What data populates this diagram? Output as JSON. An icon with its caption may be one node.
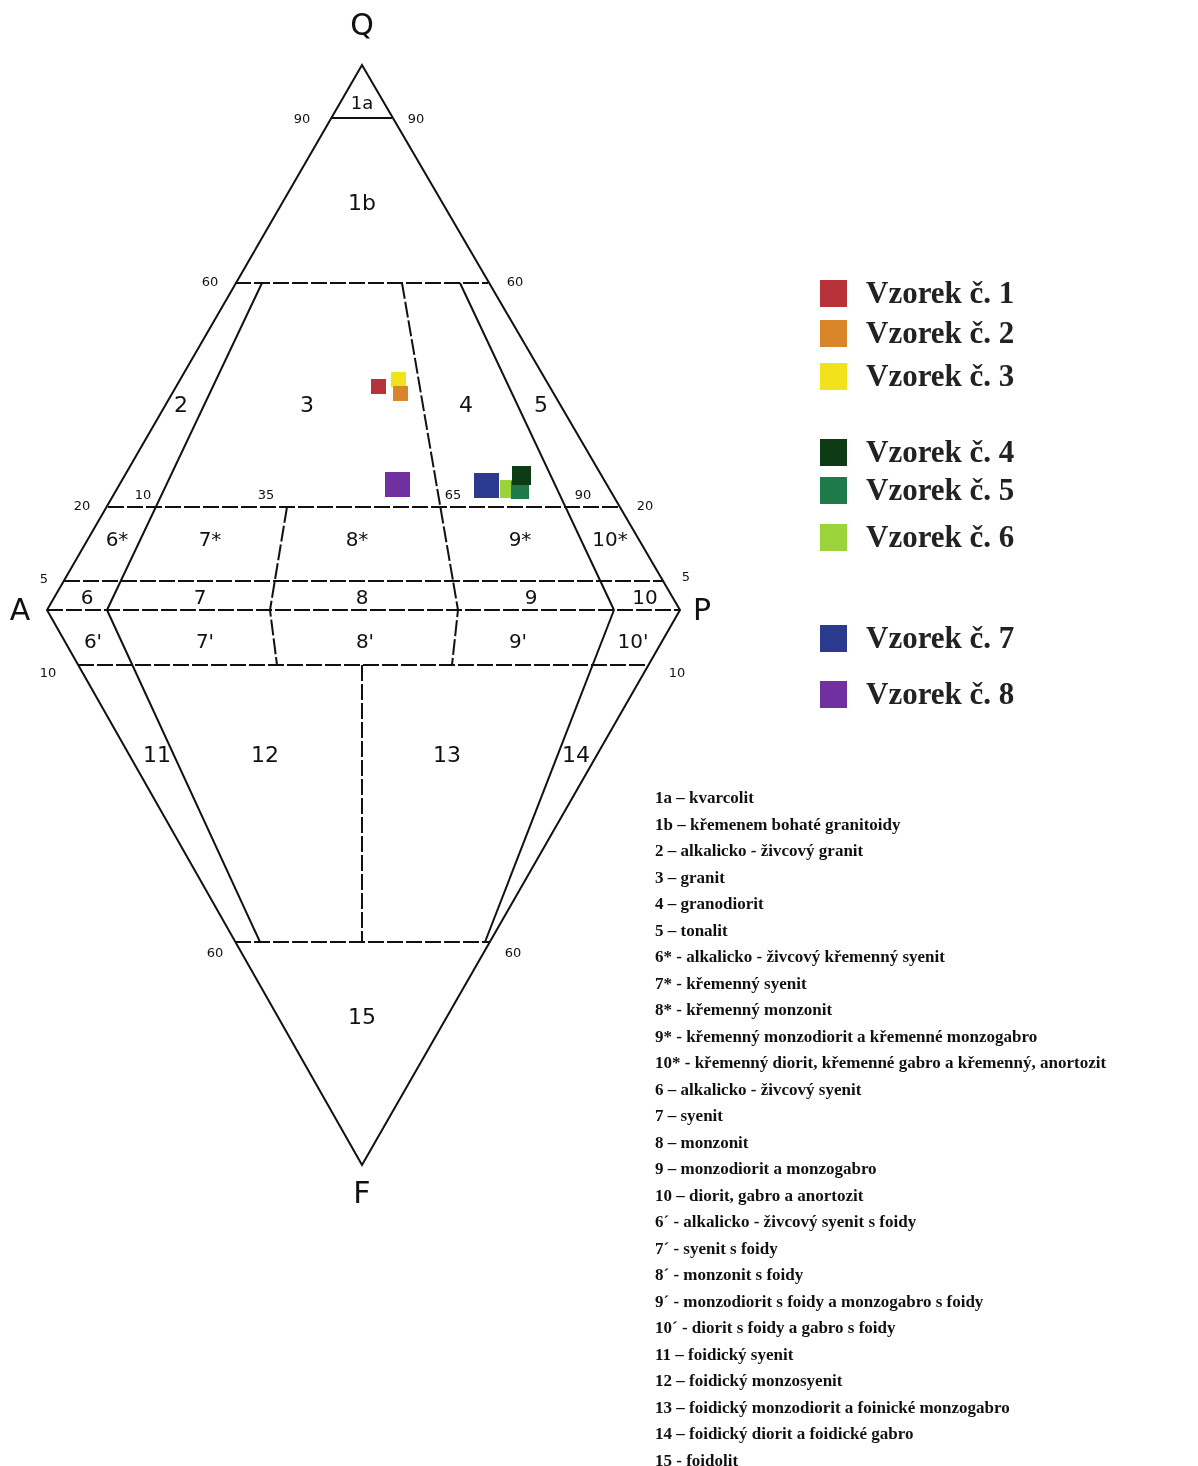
{
  "diagram": {
    "labels": [
      "Q",
      "1a",
      "90",
      "90",
      "1b",
      "60",
      "60",
      "2",
      "3",
      "4",
      "5",
      "20",
      "10",
      "35",
      "65",
      "90",
      "20",
      "6*",
      "7*",
      "8*",
      "9*",
      "10*",
      "5",
      "5",
      "A",
      "6",
      "7",
      "8",
      "9",
      "10",
      "P",
      "6'",
      "7'",
      "8'",
      "9'",
      "10'",
      "10",
      "10",
      "11",
      "12",
      "13",
      "14",
      "60",
      "60",
      "15",
      "F",
      "1a – kvarcolit",
      "1b – křemenem bohaté granitoidy",
      "2 – alkalicko - živcový granit",
      "3 – granit",
      "4 – granodiorit",
      "5 – tonalit",
      "6* - alkalicko - živcový křemenný syenit",
      "7* - křemenný syenit",
      "8* - křemenný monzonit",
      "9* - křemenný monzodiorit a křemenné monzogabro",
      "10* - křemenný diorit, křemenné gabro a křemenný, anortozit",
      "6 – alkalicko - živcový syenit",
      "7 – syenit",
      "8 – monzonit",
      "9 – monzodiorit a monzogabro",
      "10 – diorit, gabro a anortozit",
      "6´ - alkalicko - živcový syenit s foidy",
      "7´ - syenit s foidy",
      "8´ - monzonit s foidy",
      "9´ - monzodiorit s foidy a monzogabro s foidy",
      "10´ - diorit s foidy a gabro s foidy",
      "11 – foidický syenit",
      "12 – foidický monzosyenit",
      "13 – foidický monzodiorit a foinické monzogabro",
      "14 – foidický diorit a foidické gabro",
      "15 - foidolit"
    ],
    "legend": [
      {
        "text": "Vzorek č. 1",
        "color": "#b8323a"
      },
      {
        "text": "Vzorek č. 2",
        "color": "#d9862a"
      },
      {
        "text": "Vzorek č. 3",
        "color": "#f2e21c"
      },
      {
        "text": "Vzorek č. 4",
        "color": "#0d3b14"
      },
      {
        "text": "Vzorek č. 5",
        "color": "#1e7a48"
      },
      {
        "text": "Vzorek č. 6",
        "color": "#9bd43a"
      },
      {
        "text": "Vzorek č. 7",
        "color": "#2b3a8f"
      },
      {
        "text": "Vzorek č. 8",
        "color": "#7030a0"
      }
    ]
  }
}
